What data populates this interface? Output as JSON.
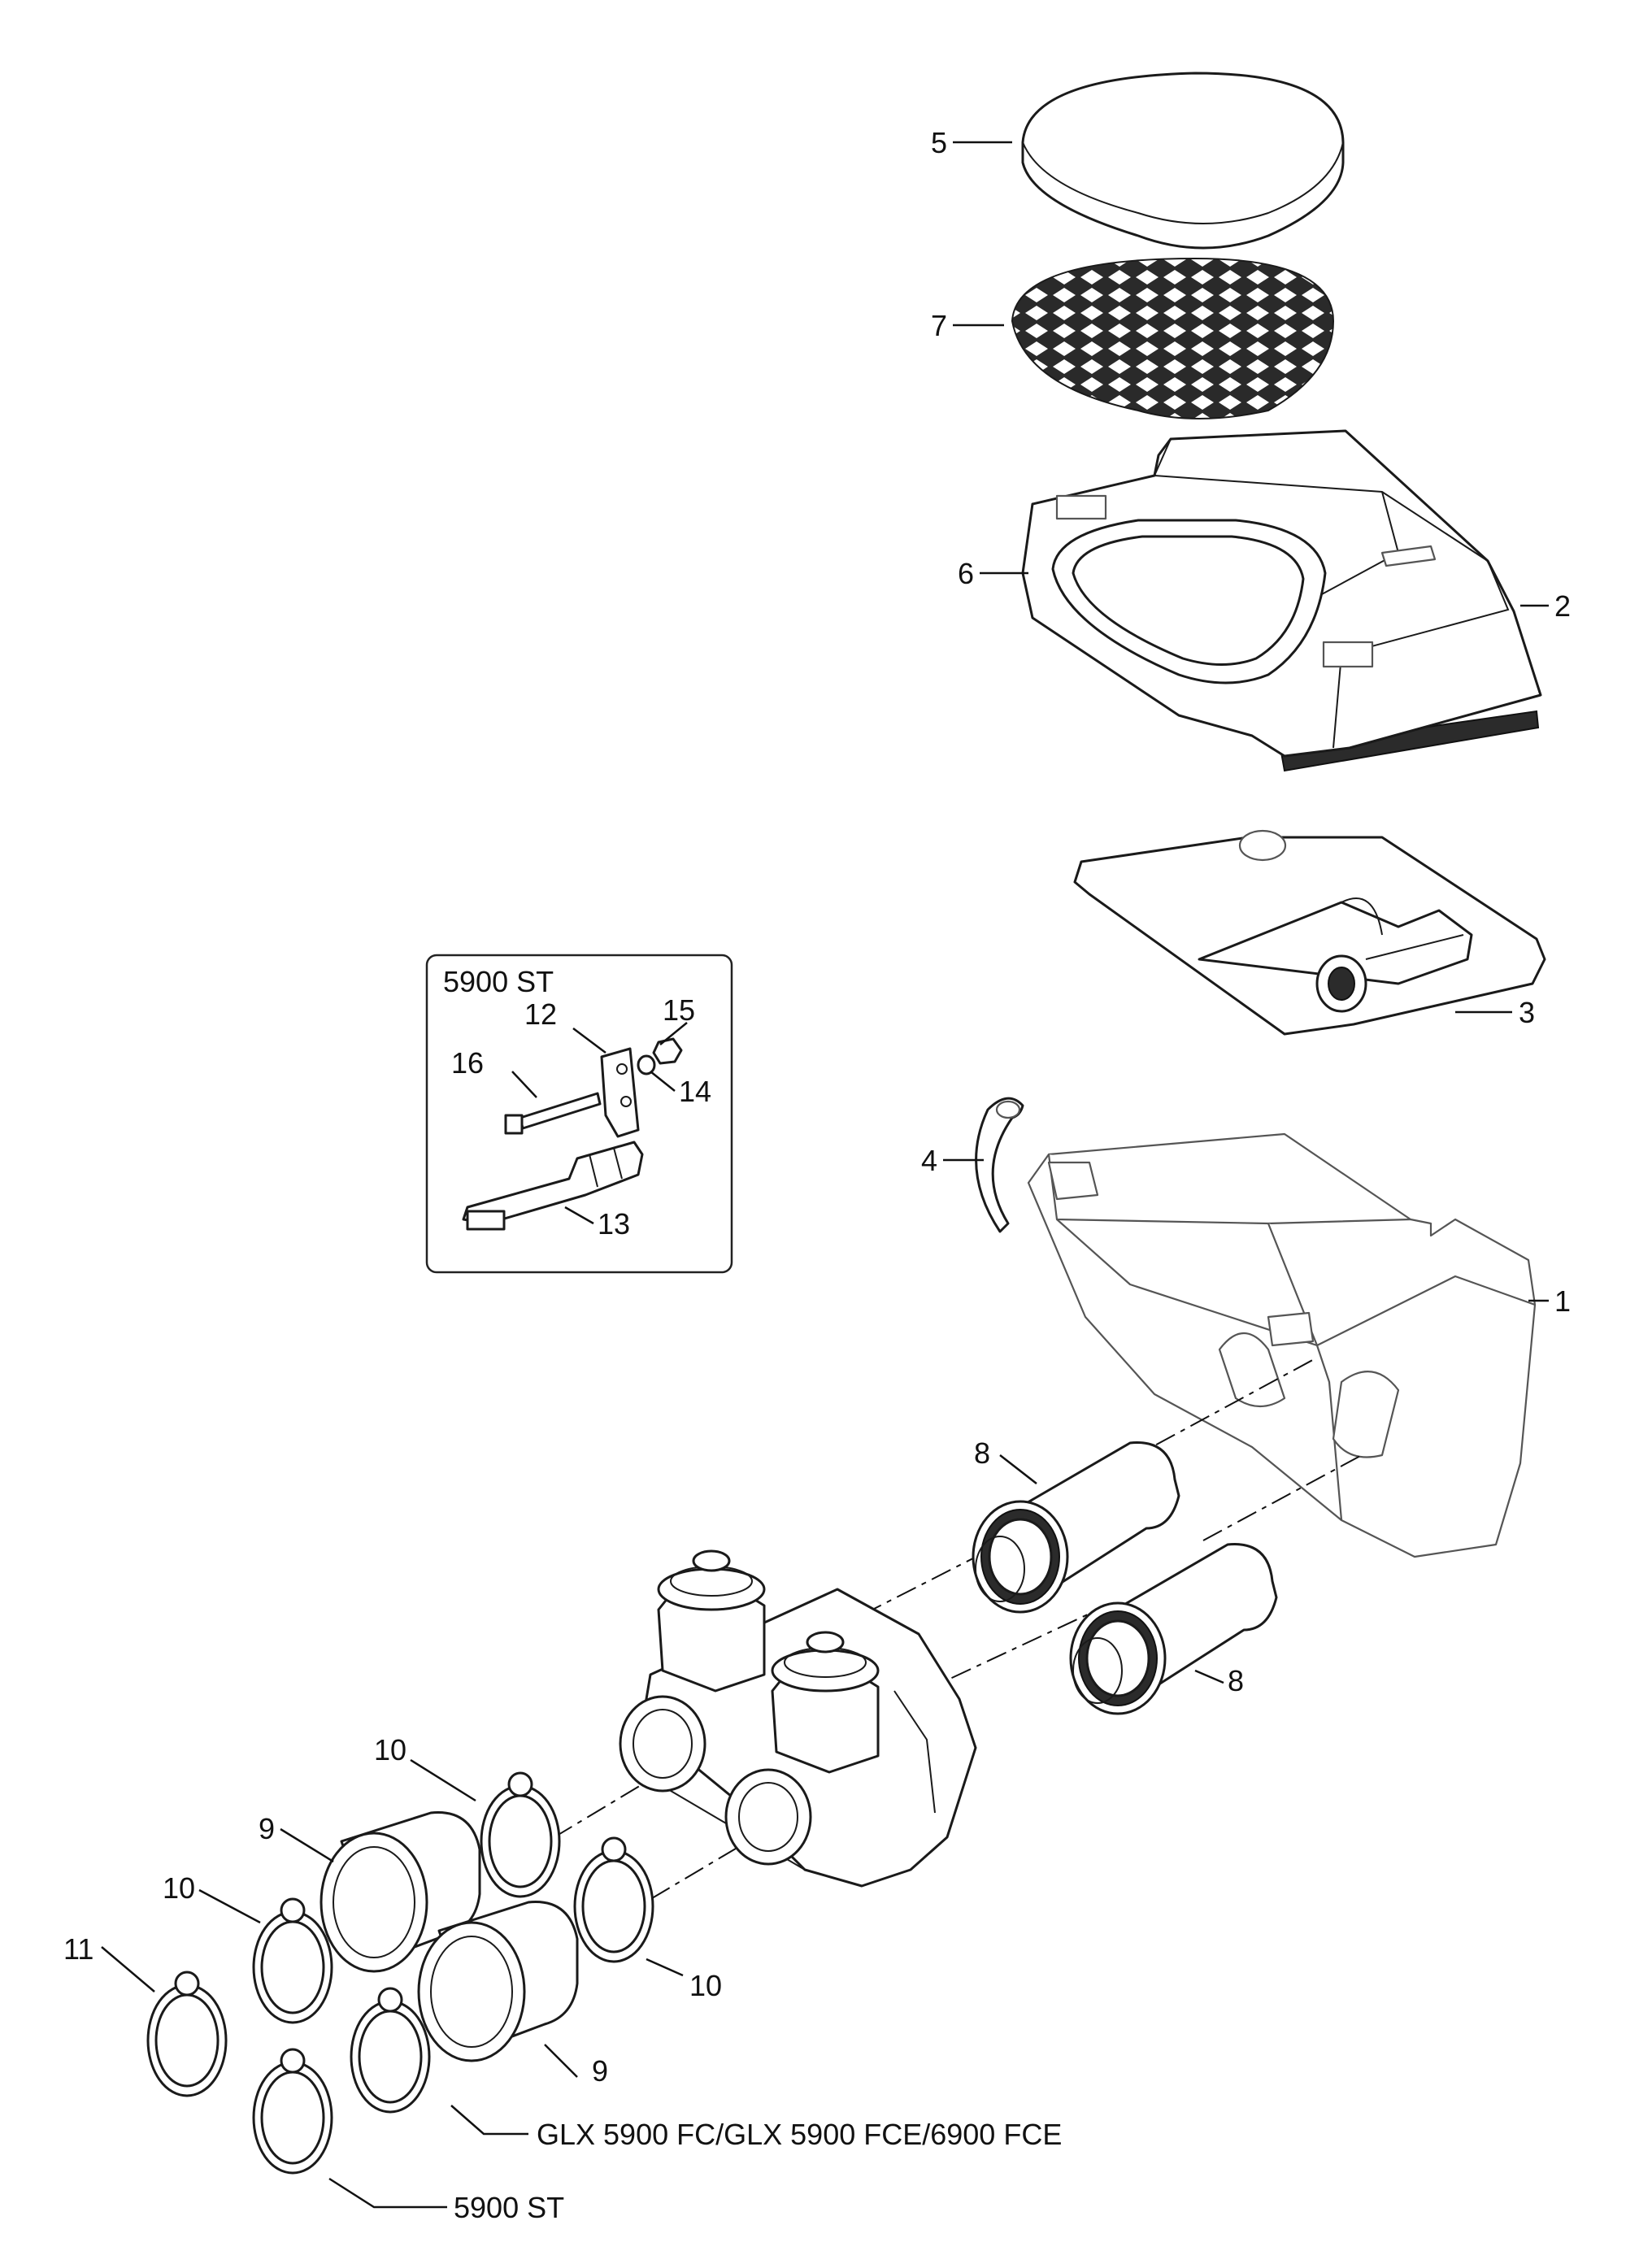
{
  "callouts": {
    "c1": "1",
    "c2": "2",
    "c3": "3",
    "c4": "4",
    "c5": "5",
    "c6": "6",
    "c7": "7",
    "c8a": "8",
    "c8b": "8",
    "c9a": "9",
    "c9b": "9",
    "c10a": "10",
    "c10b": "10",
    "c10c": "10",
    "c11": "11",
    "c12": "12",
    "c13": "13",
    "c14": "14",
    "c15": "15",
    "c16": "16"
  },
  "inset": {
    "title": "5900 ST"
  },
  "variants": {
    "fc_label": "GLX 5900 FC/GLX 5900 FCE/6900 FCE",
    "st_label": "5900 ST"
  }
}
